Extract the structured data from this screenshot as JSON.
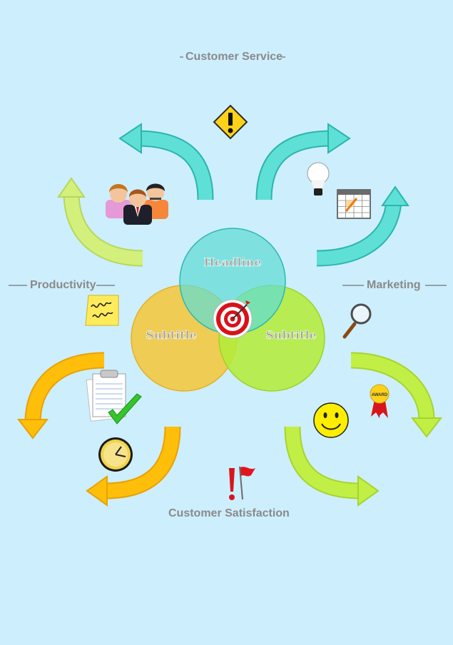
{
  "labels": {
    "top": "Customer Service",
    "left": "Productivity",
    "right": "Marketing",
    "bottom": "Customer Satisfaction"
  },
  "circles": {
    "headline": "Headline",
    "subtitle_left": "Subtitle",
    "subtitle_right": "Subtitle"
  },
  "badge_text": "AWARD",
  "colors": {
    "background": "#cdeefd",
    "teal": "#5fe0d7",
    "light_green": "#d4f07c",
    "orange": "#ffbe0a",
    "lime": "#c2ef45",
    "yellow_circle": "#f0c94a",
    "lime_circle": "#b4ec3a",
    "teal_circle": "#5fdcd4"
  },
  "icons": [
    "warning-icon",
    "people-icon",
    "light-bulb-icon",
    "calendar-icon",
    "sticky-note-icon",
    "magnifier-icon",
    "target-icon",
    "clipboard-icon",
    "check-mark-icon",
    "clock-icon",
    "award-ribbon-icon",
    "smiley-icon",
    "flag-icon"
  ]
}
